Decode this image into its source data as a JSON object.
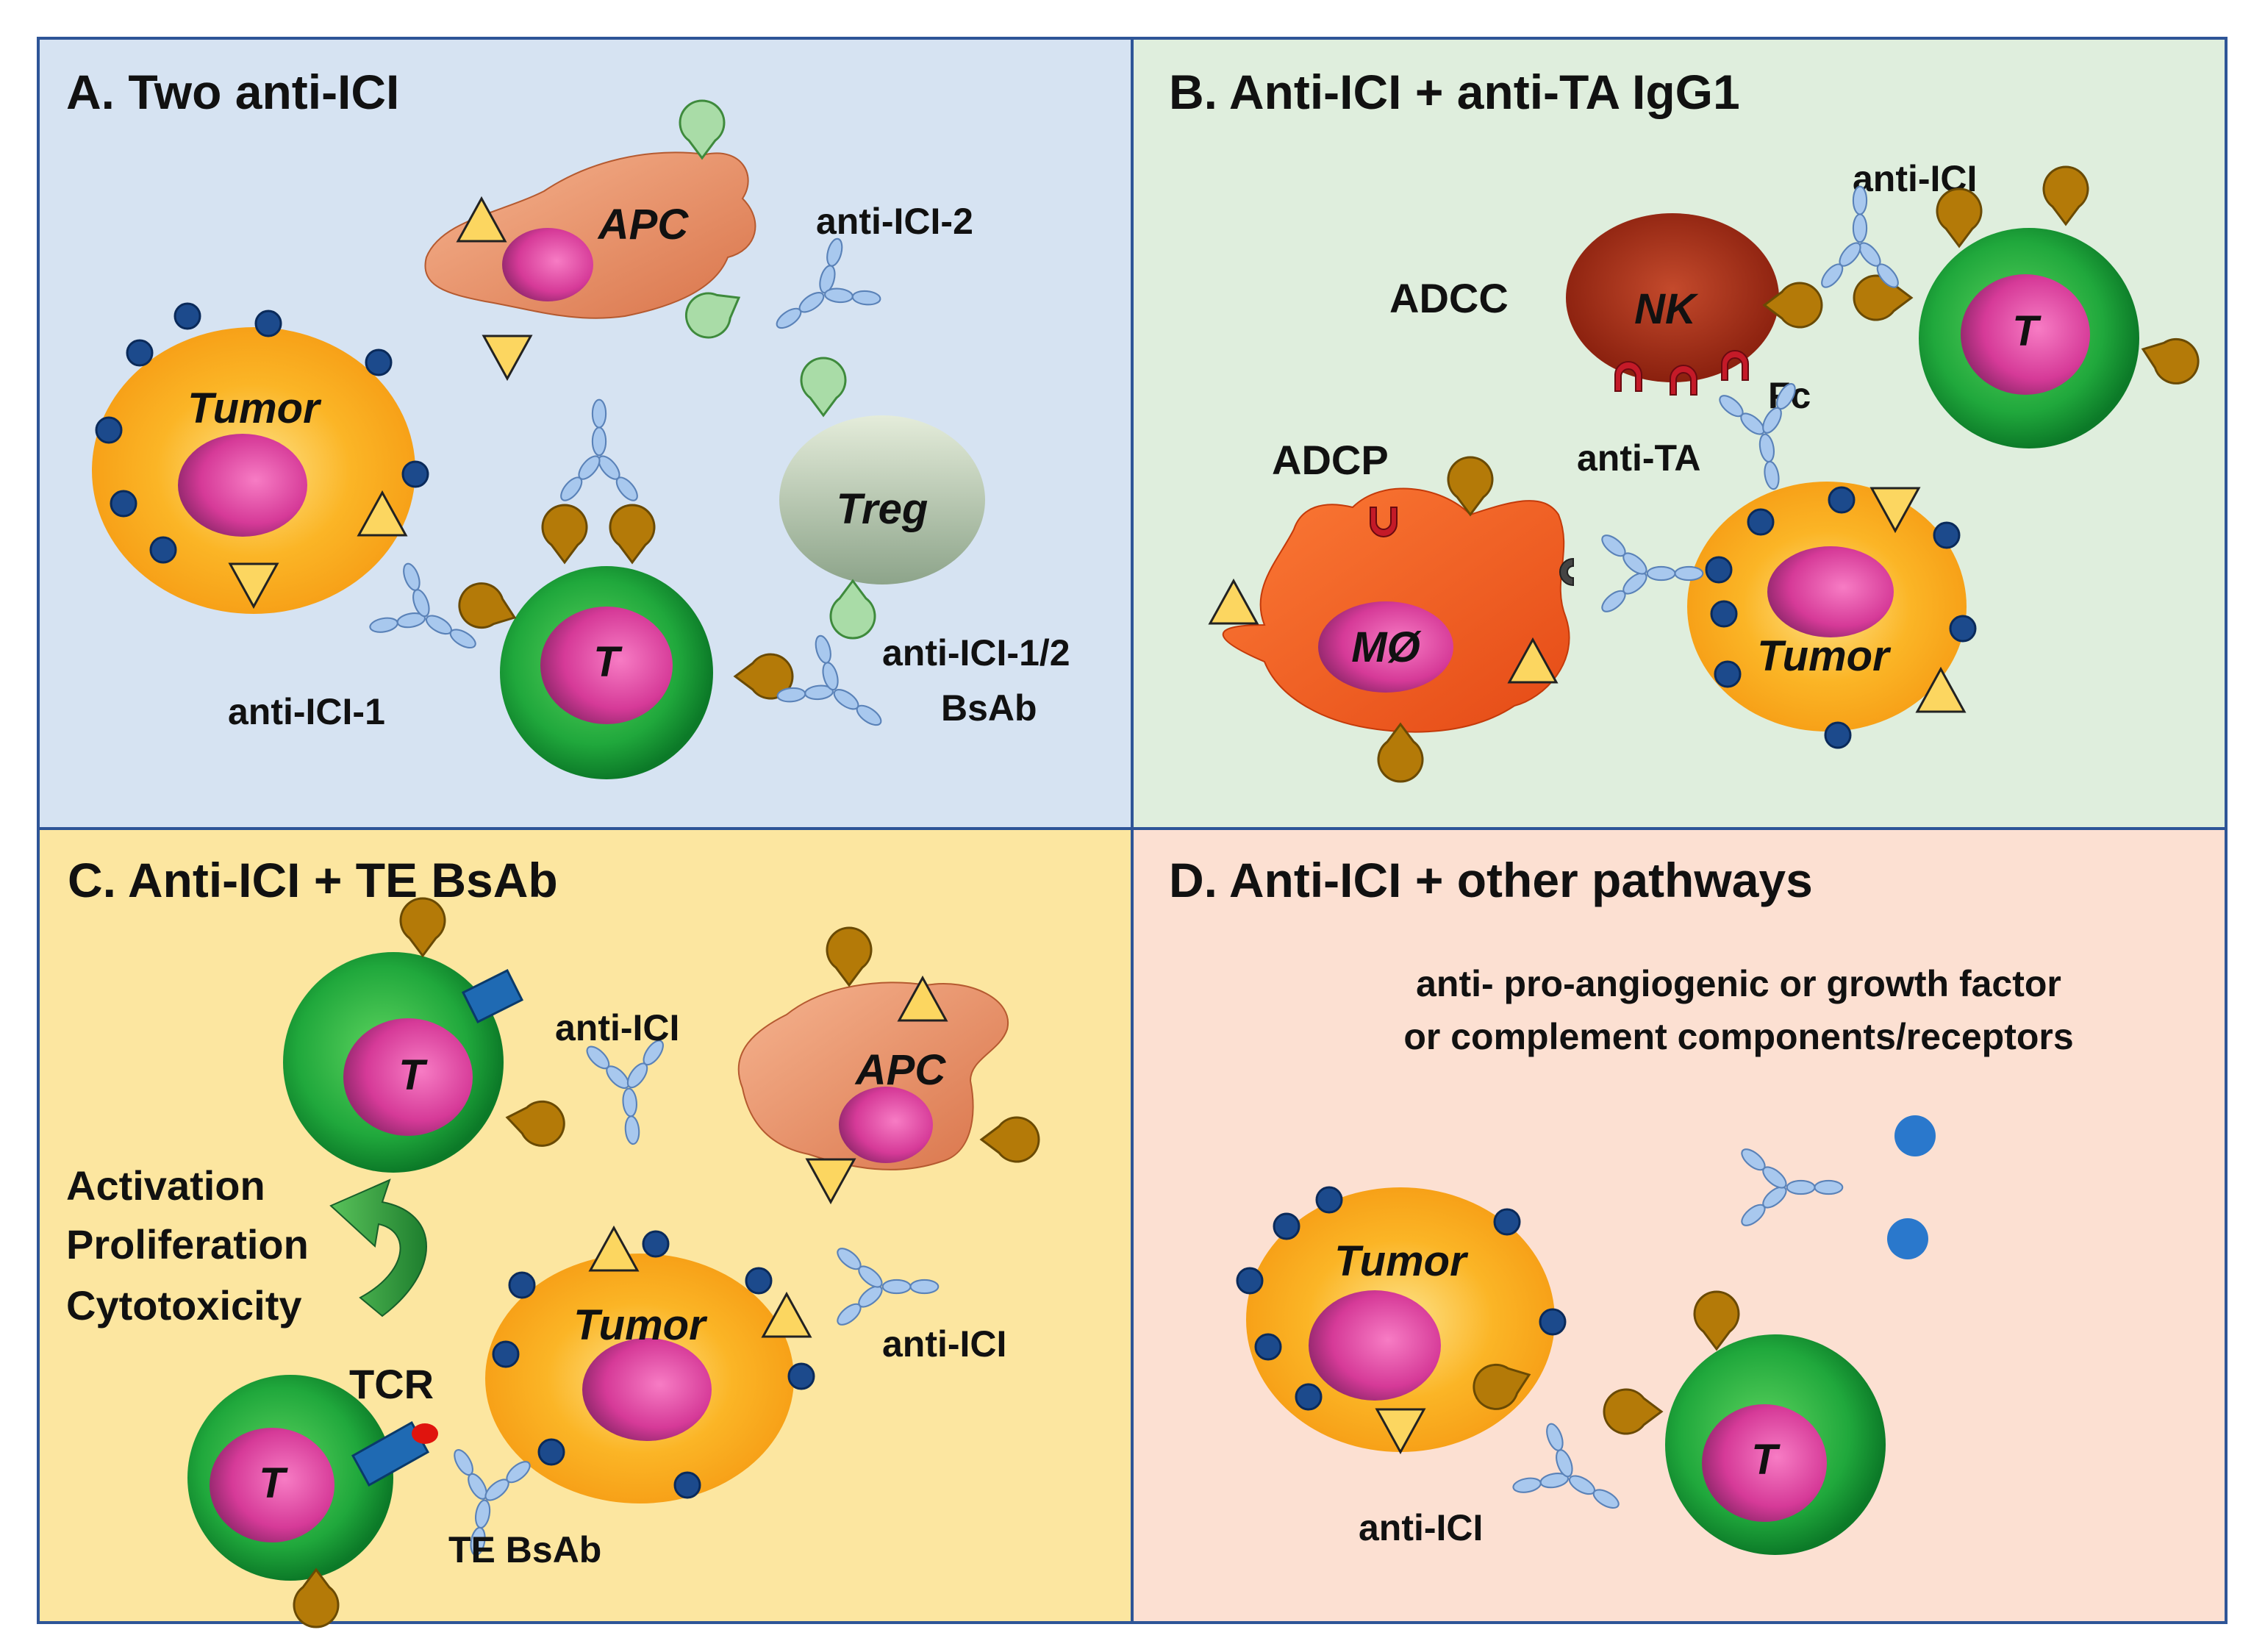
{
  "panels": {
    "a": {
      "title": "A. Two anti-ICI",
      "bg": "#d6e3f2",
      "labels": {
        "tumor": "Tumor",
        "apc": "APC",
        "treg": "Treg",
        "t": "T",
        "anti_ici_1": "anti-ICI-1",
        "anti_ici_2": "anti-ICI-2",
        "bsab_line1": "anti-ICI-1/2",
        "bsab_line2": "BsAb"
      }
    },
    "b": {
      "title": "B. Anti-ICI + anti-TA IgG1",
      "bg": "#dfeedd",
      "labels": {
        "nk": "NK",
        "t": "T",
        "macrophage": "MØ",
        "tumor": "Tumor",
        "adcc": "ADCC",
        "adcp": "ADCP",
        "anti_ici": "anti-ICI",
        "fc": "Fc",
        "anti_ta": "anti-TA"
      }
    },
    "c": {
      "title": "C. Anti-ICI + TE BsAb",
      "bg": "#fce6a0",
      "labels": {
        "t_top": "T",
        "apc": "APC",
        "tumor": "Tumor",
        "t_bottom": "T",
        "anti_ici_top": "anti-ICI",
        "anti_ici_right": "anti-ICI",
        "activation": "Activation",
        "proliferation": "Proliferation",
        "cytotoxicity": "Cytotoxicity",
        "tcr": "TCR",
        "te_bsab": "TE BsAb"
      }
    },
    "d": {
      "title": "D. Anti-ICI + other pathways",
      "bg": "#fce0d2",
      "labels": {
        "pathway_line1": "anti- pro-angiogenic or growth factor",
        "pathway_line2": "or complement components/receptors",
        "tumor": "Tumor",
        "t": "T",
        "anti_ici": "anti-ICI"
      }
    }
  },
  "colors": {
    "border": "#2e5597",
    "tumor": "#fbab1c",
    "nucleus": "#d13c98",
    "t_cell": "#1d9a37",
    "apc": "#e8845a",
    "treg": "#a6b8a0",
    "nk": "#a62d18",
    "macrophage": "#f15e22",
    "receptor_dark": "#b27a08",
    "receptor_green": "#a8dca6",
    "antigen_dot": "#1c4a8c",
    "triangle": "#fcd660",
    "antibody_light": "#a6c6ec",
    "arrow_green": "#2e9a3c"
  }
}
